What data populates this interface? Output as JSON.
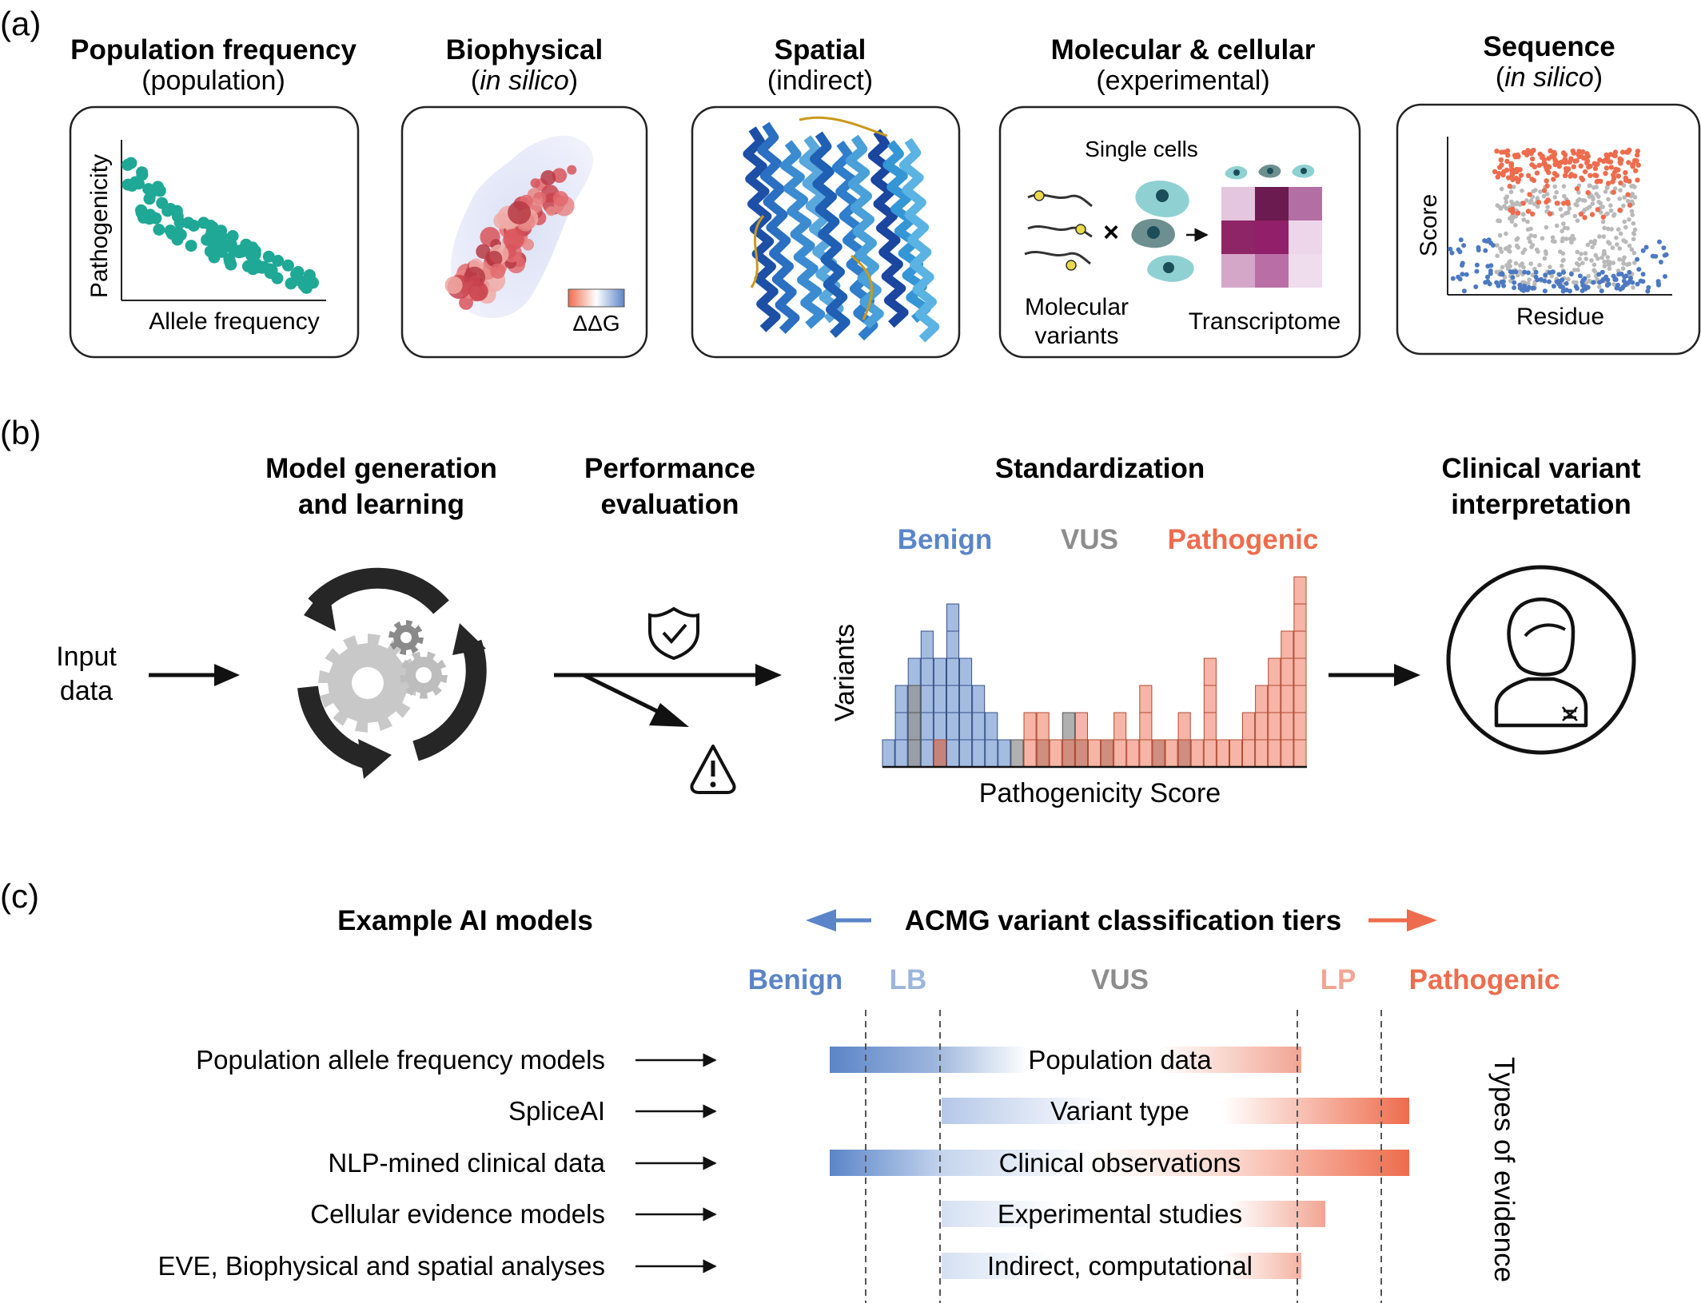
{
  "panel_a": {
    "label": "(a)",
    "cards": [
      {
        "title": "Population frequency",
        "subtitle": "(population)",
        "x_axis": "Allele frequency",
        "y_axis": "Pathogenicity"
      },
      {
        "title": "Biophysical",
        "subtitle_pre": "(",
        "subtitle_em": "in silico",
        "subtitle_post": ")",
        "legend": "ΔΔG"
      },
      {
        "title": "Spatial",
        "subtitle": "(indirect)"
      },
      {
        "title": "Molecular & cellular",
        "subtitle": "(experimental)",
        "cells_label": "Single cells",
        "molecular_label_1": "Molecular",
        "molecular_label_2": "variants",
        "transcriptome_label": "Transcriptome",
        "times": "×"
      },
      {
        "title": "Sequence",
        "subtitle_pre": "(",
        "subtitle_em": "in silico",
        "subtitle_post": ")",
        "x_axis": "Residue",
        "y_axis": "Score"
      }
    ]
  },
  "panel_b": {
    "label": "(b)",
    "input_line1": "Input",
    "input_line2": "data",
    "model_line1": "Model generation",
    "model_line2": "and learning",
    "perf_line1": "Performance",
    "perf_line2": "evaluation",
    "standardization": "Standardization",
    "clinical_line1": "Clinical variant",
    "clinical_line2": "interpretation",
    "hist_benign": "Benign",
    "hist_vus": "VUS",
    "hist_pathogenic": "Pathogenic",
    "hist_ylabel": "Variants",
    "hist_xlabel": "Pathogenicity Score"
  },
  "panel_c": {
    "label": "(c)",
    "models_header": "Example AI models",
    "tiers_header": "ACMG variant classification tiers",
    "tiers": [
      "Benign",
      "LB",
      "VUS",
      "LP",
      "Pathogenic"
    ],
    "rows": [
      {
        "model": "Population allele frequency models",
        "evidence": "Population data"
      },
      {
        "model": "SpliceAI",
        "evidence": "Variant type"
      },
      {
        "model": "NLP-mined clinical data",
        "evidence": "Clinical observations"
      },
      {
        "model": "Cellular evidence models",
        "evidence": "Experimental studies"
      },
      {
        "model": "EVE, Biophysical and spatial analyses",
        "evidence": "Indirect, computational"
      }
    ],
    "side_label": "Types of evidence"
  },
  "colors": {
    "benign": "#5b85c8",
    "lb": "#9cb5dc",
    "vus": "#8c8c8c",
    "lp": "#f2a592",
    "pathogenic": "#ee6c4d",
    "teal": "#1fa896",
    "dark": "#222222"
  },
  "chart_data": {
    "type": "bar",
    "xlabel": "Pathogenicity Score",
    "ylabel": "Variants",
    "series": [
      {
        "name": "Benign",
        "values": [
          1,
          3,
          4,
          5,
          4,
          6,
          4,
          3,
          2,
          1,
          0,
          0,
          0,
          0,
          0,
          0,
          0,
          0,
          0,
          0,
          0,
          0,
          0,
          0,
          0,
          0,
          0,
          0,
          0,
          0,
          0,
          0,
          0
        ]
      },
      {
        "name": "VUS",
        "values": [
          0,
          0,
          3,
          0,
          1,
          0,
          0,
          0,
          0,
          0,
          1,
          0,
          1,
          0,
          2,
          1,
          0,
          1,
          0,
          0,
          0,
          1,
          0,
          1,
          0,
          0,
          0,
          0,
          0,
          0,
          0,
          0,
          0
        ]
      },
      {
        "name": "Pathogenic",
        "values": [
          0,
          0,
          0,
          0,
          1,
          0,
          0,
          0,
          0,
          0,
          0,
          2,
          2,
          1,
          1,
          2,
          1,
          1,
          2,
          1,
          3,
          1,
          1,
          2,
          1,
          4,
          1,
          1,
          2,
          3,
          4,
          5,
          7
        ]
      }
    ]
  }
}
